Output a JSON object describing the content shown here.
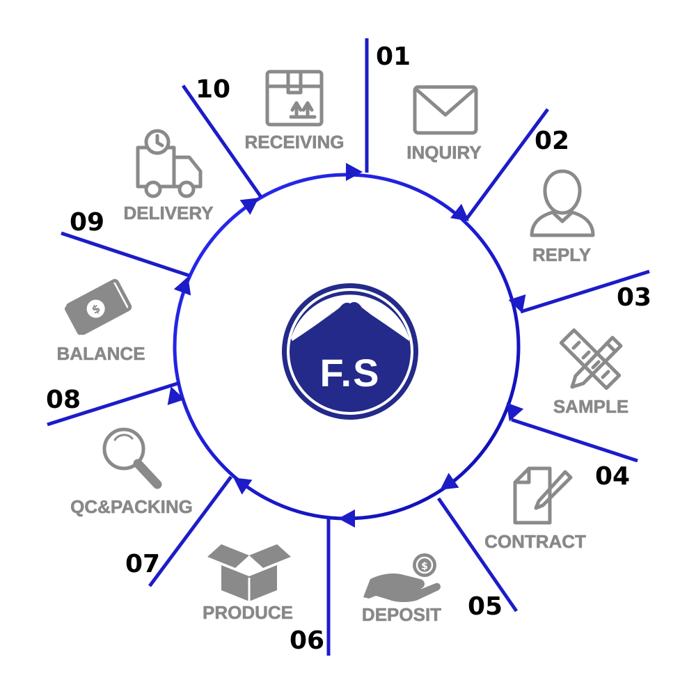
{
  "logo": {
    "text": "F.S"
  },
  "steps": [
    {
      "number": "01",
      "label": "INQUIRY",
      "icon": "envelope-icon"
    },
    {
      "number": "02",
      "label": "REPLY",
      "icon": "person-icon"
    },
    {
      "number": "03",
      "label": "SAMPLE",
      "icon": "ruler-pencil-icon"
    },
    {
      "number": "04",
      "label": "CONTRACT",
      "icon": "document-pen-icon"
    },
    {
      "number": "05",
      "label": "DEPOSIT",
      "icon": "hand-coin-icon"
    },
    {
      "number": "06",
      "label": "PRODUCE",
      "icon": "open-box-icon"
    },
    {
      "number": "07",
      "label": "QC&PACKING",
      "icon": "magnifier-icon"
    },
    {
      "number": "08",
      "label": "BALANCE",
      "icon": "money-icon"
    },
    {
      "number": "09",
      "label": "DELIVERY",
      "icon": "truck-clock-icon"
    },
    {
      "number": "10",
      "label": "RECEIVING",
      "icon": "package-icon"
    }
  ],
  "colors": {
    "circle": "#1515e0",
    "lines": "#1c1cc8",
    "logo": "#232a8a",
    "icons": "#8a8a8a",
    "labels": "#888888",
    "numbers": "#000000"
  }
}
